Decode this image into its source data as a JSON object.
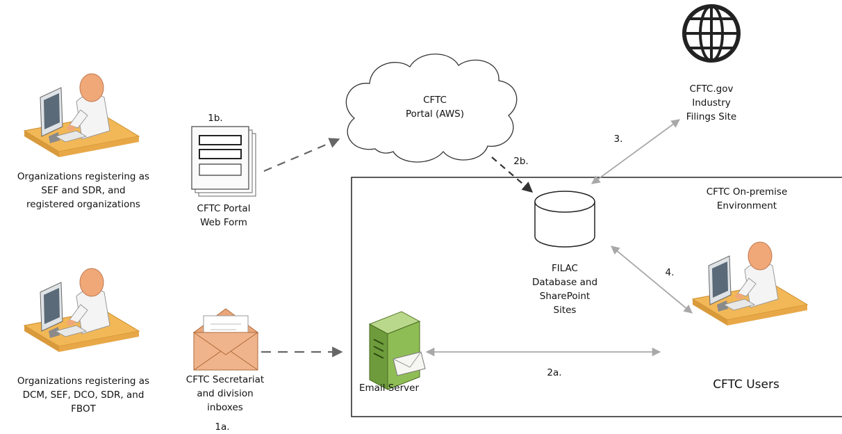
{
  "nodes": {
    "org_top": {
      "lines": [
        "Organizations registering as",
        "SEF and SDR, and",
        "registered organizations"
      ]
    },
    "org_bottom": {
      "lines": [
        "Organizations registering as",
        "DCM, SEF, DCO, SDR, and",
        "FBOT"
      ]
    },
    "portal_form": {
      "lines": [
        "CFTC Portal",
        "Web Form"
      ]
    },
    "inboxes": {
      "lines": [
        "CFTC Secretariat",
        "and division",
        "inboxes"
      ]
    },
    "cloud": {
      "lines": [
        "CFTC",
        "Portal (AWS)"
      ]
    },
    "filings_site": {
      "lines": [
        "CFTC.gov",
        "Industry",
        "Filings Site"
      ]
    },
    "onprem": {
      "lines": [
        "CFTC On-premise",
        "Environment"
      ]
    },
    "database": {
      "lines": [
        "FILAC",
        "Database and",
        "SharePoint",
        "Sites"
      ]
    },
    "email_server": {
      "label": "Email Server"
    },
    "users": {
      "label": "CFTC Users"
    }
  },
  "steps": {
    "s1a": "1a.",
    "s1b": "1b.",
    "s2a": "2a.",
    "s2b": "2b.",
    "s3": "3.",
    "s4": "4."
  },
  "icons": {
    "person_top": "user-at-computer-icon",
    "person_bottom": "user-at-computer-icon",
    "person_users": "user-at-computer-icon",
    "web_form": "web-form-icon",
    "envelope": "envelope-icon",
    "cloud": "cloud-icon",
    "globe": "globe-icon",
    "database": "database-icon",
    "server": "server-icon"
  },
  "colors": {
    "skin": "#f0a878",
    "desk": "#f2b857",
    "dashed_arrow": "#666666",
    "solid_arrow": "#b0b0b0",
    "server": "#7fb24a"
  }
}
